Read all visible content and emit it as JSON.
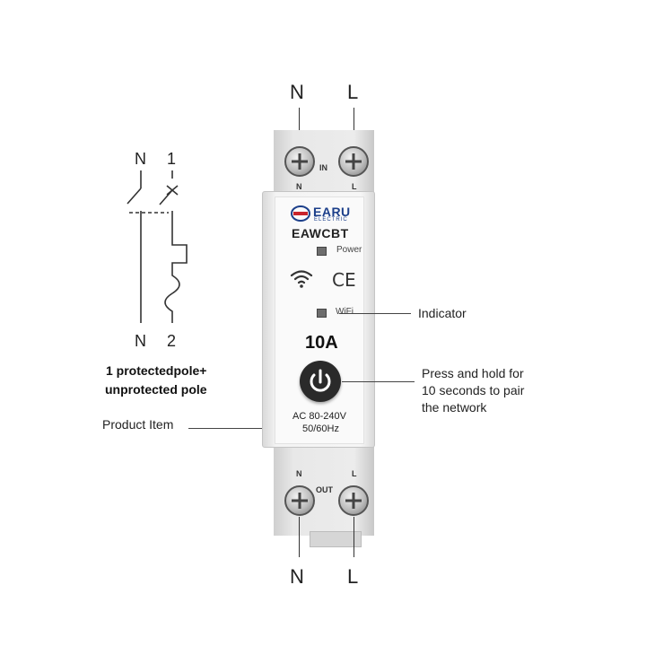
{
  "top_labels": {
    "n": "N",
    "l": "L"
  },
  "bottom_labels": {
    "n": "N",
    "l": "L"
  },
  "schematic": {
    "top_n": "N",
    "top_1": "1",
    "bottom_n": "N",
    "bottom_2": "2",
    "caption_line1": "1 protectedpole+",
    "caption_line2": "unprotected pole"
  },
  "device": {
    "in_label": "IN",
    "in_n": "N",
    "in_l": "L",
    "out_label": "OUT",
    "out_n": "N",
    "out_l": "L",
    "brand": "EARU",
    "brand_sub": "ELECTRIC",
    "model": "EAWCBT",
    "power_led_label": "Power",
    "wifi_led_label": "WiFi",
    "ce_mark": "CE",
    "rating": "10A",
    "voltage": "AC 80-240V",
    "frequency": "50/60Hz",
    "brand_color": "#1c3f8a",
    "accent_red": "#c8242b"
  },
  "callouts": {
    "indicator": "Indicator",
    "press_line1": "Press and hold for",
    "press_line2": "10 seconds to pair",
    "press_line3": "the network",
    "product_item": "Product Item"
  }
}
